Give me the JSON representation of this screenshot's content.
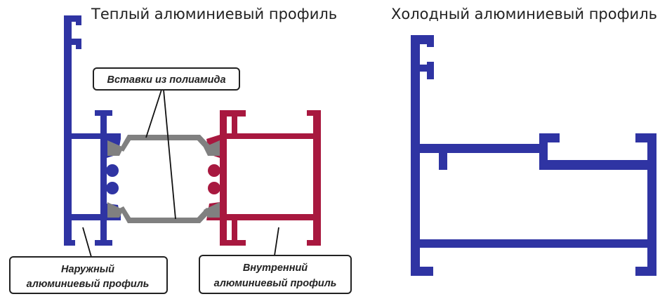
{
  "warm": {
    "title": "Теплый алюминиевый профиль",
    "callout_polyamide": "Вставки из полиамида",
    "callout_outer_line1": "Наружный",
    "callout_outer_line2": "алюминиевый профиль",
    "callout_inner_line1": "Внутренний",
    "callout_inner_line2": "алюминиевый профиль"
  },
  "cold": {
    "title": "Холодный алюминиевый профиль"
  },
  "colors": {
    "outer_aluminum": "#2f34a3",
    "inner_aluminum": "#a8183f",
    "polyamide": "#808080"
  }
}
